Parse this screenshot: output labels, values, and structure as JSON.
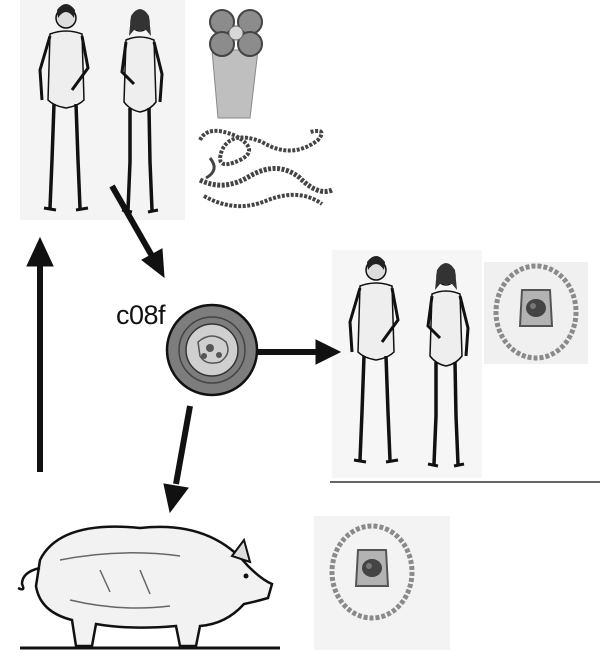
{
  "diagram": {
    "egg_label": "c08f",
    "nodes": [
      {
        "id": "humans-with-tapeworm",
        "icon": "human-couple-icon",
        "detail_icons": [
          "tapeworm-scolex-icon",
          "adult-tapeworm-icon"
        ]
      },
      {
        "id": "egg",
        "icon": "tapeworm-egg-icon"
      },
      {
        "id": "humans-with-cysticerci",
        "icon": "human-couple-icon",
        "detail_icons": [
          "cysticercus-icon"
        ]
      },
      {
        "id": "pig-with-cysticerci",
        "icon": "pig-icon",
        "detail_icons": [
          "cysticercus-icon"
        ]
      }
    ],
    "edges": [
      {
        "from": "humans-with-tapeworm",
        "to": "egg"
      },
      {
        "from": "egg",
        "to": "humans-with-cysticerci"
      },
      {
        "from": "egg",
        "to": "pig-with-cysticerci"
      },
      {
        "from": "pig-with-cysticerci",
        "to": "humans-with-tapeworm"
      }
    ],
    "colors": {
      "ink": "#111111",
      "egg_fill": "#7d7d7d",
      "cyst_ring": "#8a8a8a",
      "panel_bg": "#f4f4f4"
    }
  }
}
